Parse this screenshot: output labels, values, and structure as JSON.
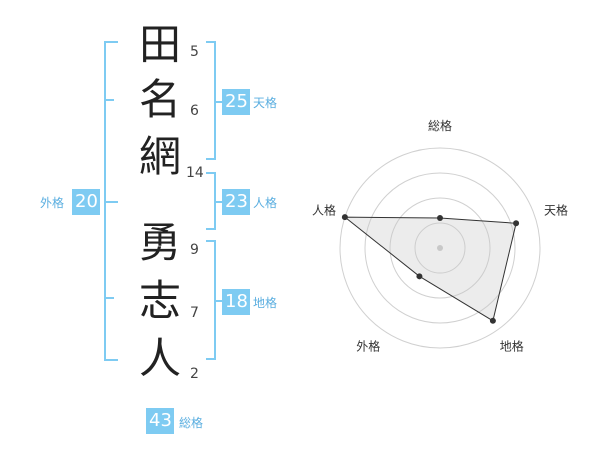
{
  "name_chars": [
    {
      "char": "田",
      "strokes": "5"
    },
    {
      "char": "名",
      "strokes": "6"
    },
    {
      "char": "網",
      "strokes": "14"
    },
    {
      "char": "勇",
      "strokes": "9"
    },
    {
      "char": "志",
      "strokes": "7"
    },
    {
      "char": "人",
      "strokes": "2"
    }
  ],
  "scores": {
    "tenkaku": {
      "value": "25",
      "label": "天格"
    },
    "jinkaku": {
      "value": "23",
      "label": "人格"
    },
    "chikaku": {
      "value": "18",
      "label": "地格"
    },
    "gaikaku": {
      "value": "20",
      "label": "外格"
    },
    "soukaku": {
      "value": "43",
      "label": "総格"
    }
  },
  "colors": {
    "accent": "#7ecbf2",
    "accent_text": "#5aaee0",
    "ink": "#222222"
  },
  "chart_data": {
    "type": "radar",
    "axes": [
      "総格",
      "天格",
      "地格",
      "外格",
      "人格"
    ],
    "values": [
      1.2,
      3.2,
      3.6,
      1.4,
      4.0
    ],
    "range": [
      0,
      4
    ],
    "grid": true,
    "rings": 4
  }
}
